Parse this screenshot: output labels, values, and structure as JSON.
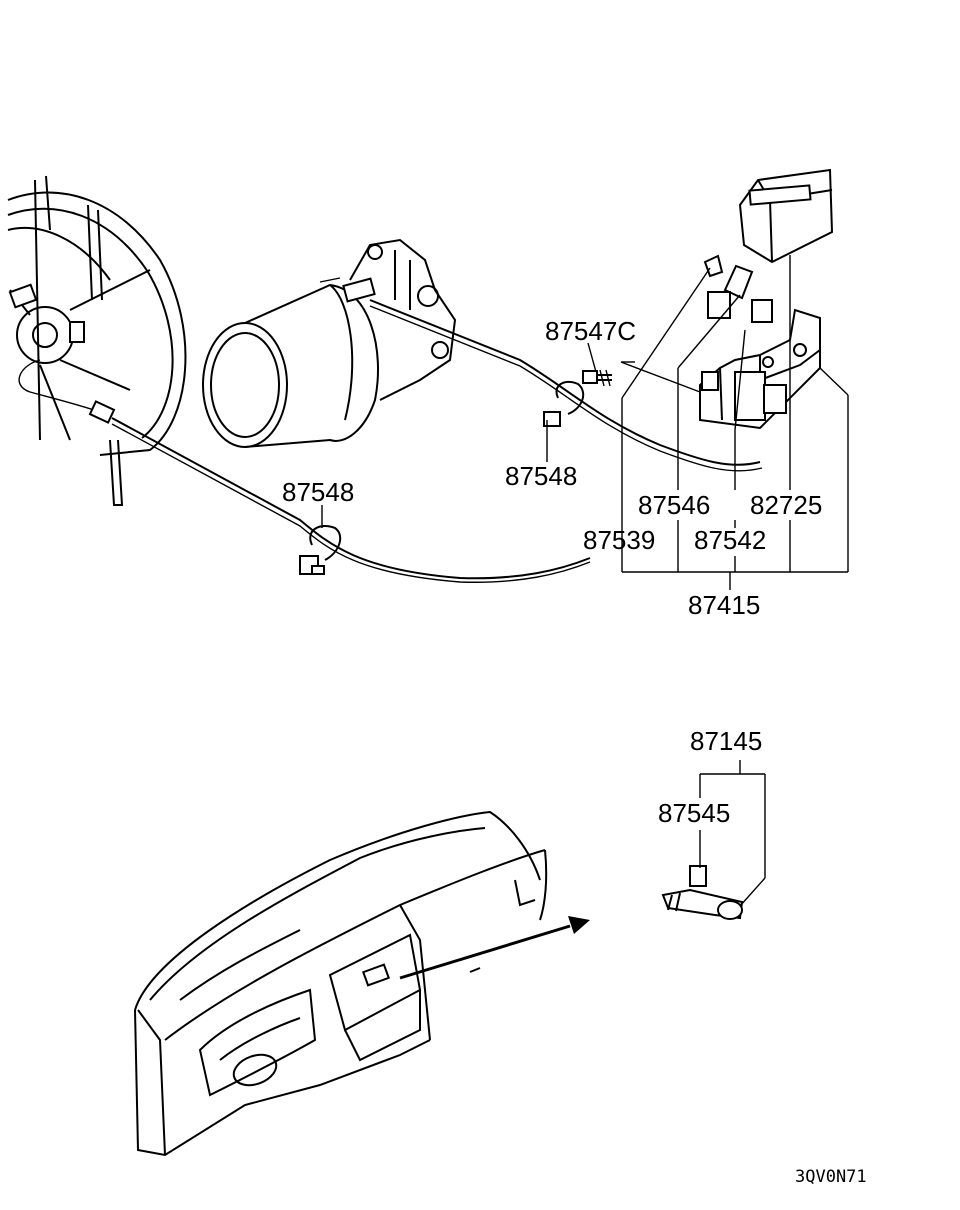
{
  "diagram": {
    "labels": {
      "p87547C": "87547C",
      "p87548_upper": "87548",
      "p87548_left": "87548",
      "p87546": "87546",
      "p82725": "82725",
      "p87539": "87539",
      "p87542": "87542",
      "p87415": "87415",
      "p87145": "87145",
      "p87545": "87545"
    },
    "drawing_code": "3QV0N71"
  }
}
